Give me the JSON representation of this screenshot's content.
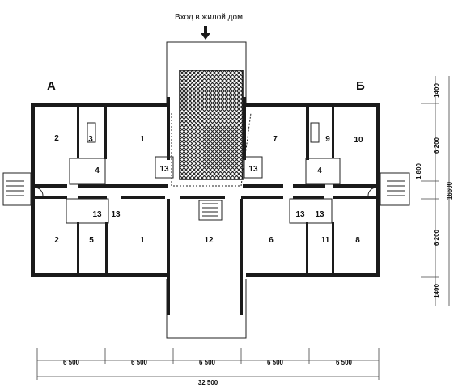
{
  "entrance_label": "Вход в жилой дом",
  "section_labels": {
    "left": "А",
    "right": "Б"
  },
  "rooms_top": {
    "r2": "2",
    "r3": "3",
    "r1": "1",
    "r4l": "4",
    "r13a": "13",
    "r13b": "13",
    "r7": "7",
    "r9": "9",
    "r10": "10",
    "r4r": "4"
  },
  "rooms_bottom": {
    "r2": "2",
    "r5": "5",
    "r1": "1",
    "r12": "12",
    "r6": "6",
    "r11": "11",
    "r8": "8",
    "r13a": "13",
    "r13b": "13",
    "r13c": "13",
    "r13d": "13"
  },
  "dims_bottom": [
    "6 500",
    "6 500",
    "6 500",
    "6 500",
    "6 500"
  ],
  "dim_total": "32 500",
  "dims_right": [
    "1400",
    "6 200",
    "1 800",
    "6 200",
    "1400"
  ],
  "dim_right_total": "16600"
}
